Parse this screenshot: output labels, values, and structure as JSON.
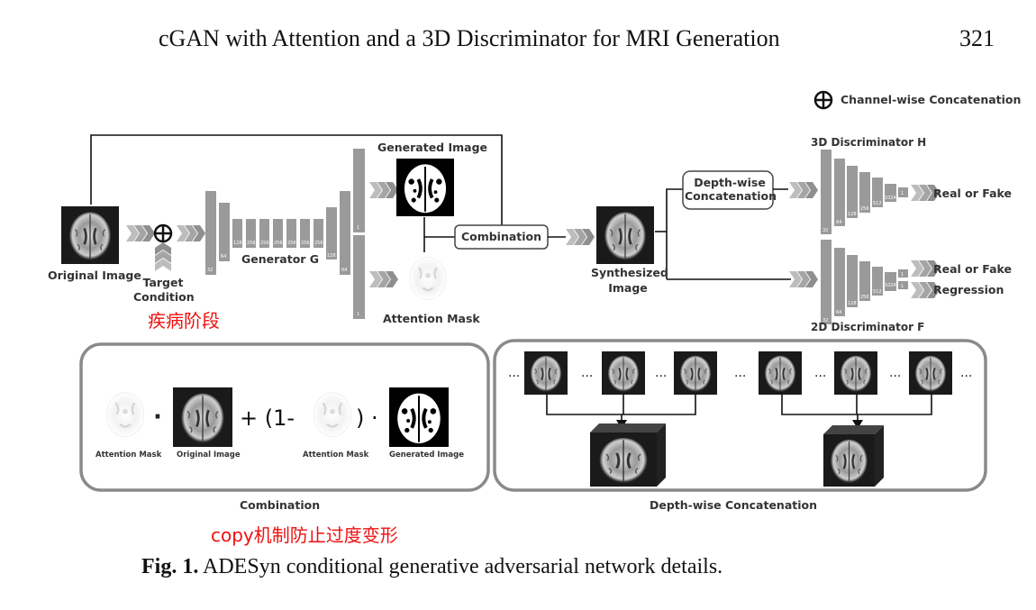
{
  "header": {
    "title": "cGAN with Attention and a 3D Discriminator for MRI Generation",
    "page_number": "321"
  },
  "figure": {
    "legend": {
      "symbol": "⊕",
      "text": "Channel-wise Concatenation"
    },
    "original_image": "Original Image",
    "target_condition": "Target\nCondition",
    "generator": "Generator G",
    "generator_sizes": [
      "32",
      "64",
      "128",
      "256",
      "256",
      "256",
      "256",
      "256",
      "256",
      "128",
      "64",
      "1"
    ],
    "generator_mask_sizes": [
      "1"
    ],
    "generated_image": "Generated Image",
    "attention_mask": "Attention Mask",
    "combination_box": "Combination",
    "synthesized_image": "Synthesized\nImage",
    "depthwise_box": "Depth-wise\nConcatenation",
    "disc3d_title": "3D Discriminator H",
    "disc3d_sizes": [
      "32",
      "64",
      "128",
      "256",
      "512",
      "1024",
      "1"
    ],
    "disc3d_output": "Real or Fake",
    "disc2d_title": "2D Discriminator F",
    "disc2d_sizes": [
      "32",
      "64",
      "128",
      "256",
      "512",
      "1024",
      "1",
      "1"
    ],
    "disc2d_outputs": [
      "Real or Fake",
      "Regression"
    ],
    "combination_panel": {
      "caption": "Combination",
      "labels": [
        "Attention Mask",
        "Original Image",
        "Attention Mask",
        "Generated Image"
      ],
      "operators": [
        "·",
        "+ (1-",
        ") ·"
      ]
    },
    "depthwise_panel": {
      "caption": "Depth-wise Concatenation",
      "ellipsis": "..."
    }
  },
  "annotations": {
    "stage": "疾病阶段",
    "copy_mechanism": "copy机制防止过度变形"
  },
  "caption": {
    "label": "Fig. 1.",
    "text": "ADESyn conditional generative adversarial network details."
  }
}
